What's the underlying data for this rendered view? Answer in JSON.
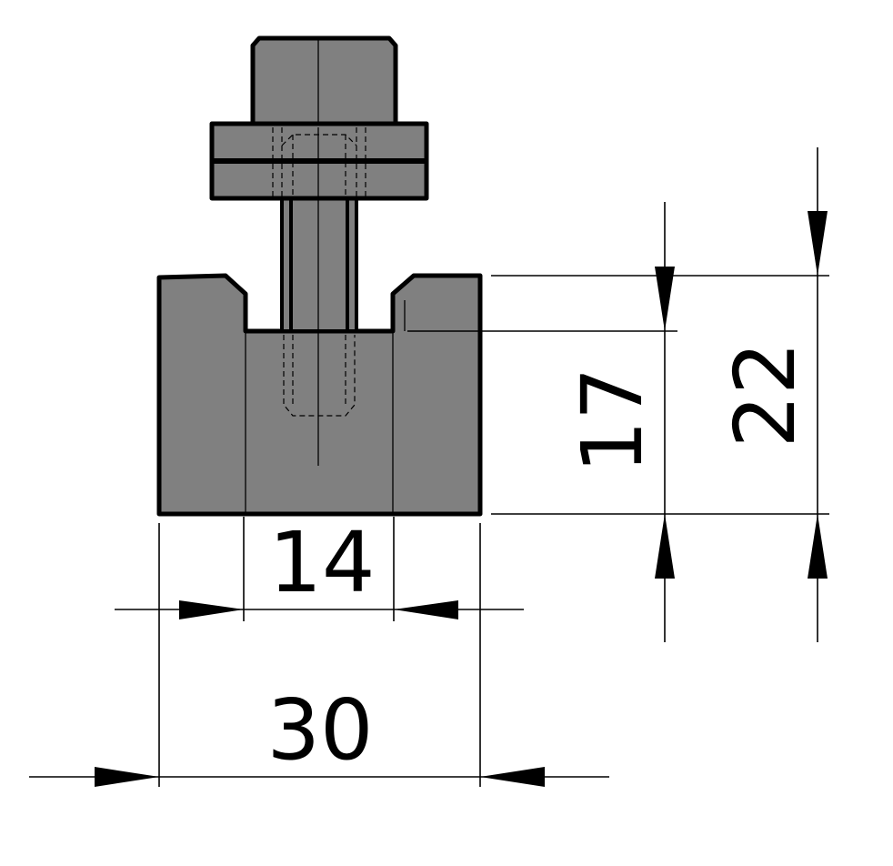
{
  "dimensions": {
    "slot_width": "14",
    "overall_width": "30",
    "slot_depth": "17",
    "overall_height": "22"
  }
}
